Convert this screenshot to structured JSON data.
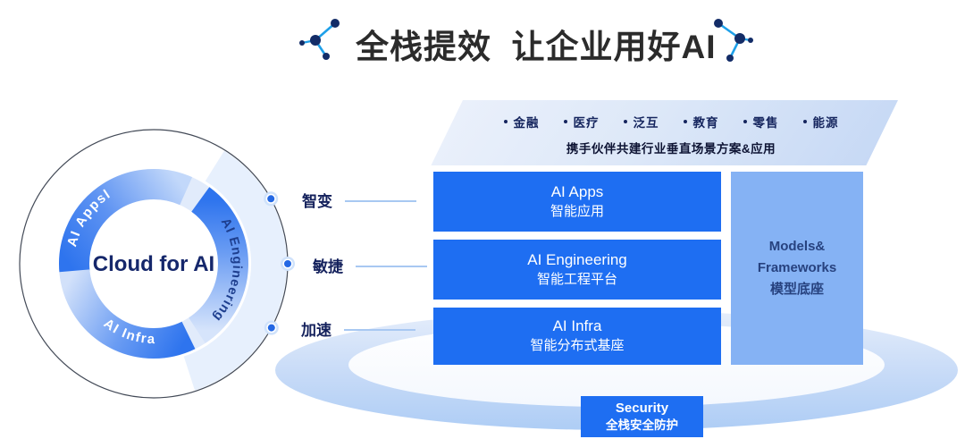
{
  "title": {
    "text": "全栈提效  让企业用好AI"
  },
  "donut": {
    "center_label": "Cloud for AI",
    "segments": [
      {
        "label": "AI Appsl"
      },
      {
        "label": "AI Engineering"
      },
      {
        "label": "AI Infra"
      }
    ]
  },
  "connectors": [
    {
      "label": "智变"
    },
    {
      "label": "敏捷"
    },
    {
      "label": "加速"
    }
  ],
  "banner": {
    "industries": [
      "金融",
      "医疗",
      "泛互",
      "教育",
      "零售",
      "能源"
    ],
    "subtitle": "携手伙伴共建行业垂直场景方案&应用"
  },
  "stack": {
    "bars": [
      {
        "en": "AI Apps",
        "zh": "智能应用"
      },
      {
        "en": "AI Engineering",
        "zh": "智能工程平台"
      },
      {
        "en": "AI Infra",
        "zh": "智能分布式基座"
      }
    ],
    "models": {
      "line1": "Models&",
      "line2": "Frameworks",
      "line3": "模型底座"
    },
    "security": {
      "en": "Security",
      "zh": "全栈安全防护"
    }
  },
  "colors": {
    "primary_blue": "#1e6ef2",
    "light_blue_box": "#85b2f4",
    "navy_text": "#15255e",
    "connector_line": "#a8c8f2",
    "platform_blue": "#bcd5f7",
    "title_text": "#2b2b2b",
    "molecule_line": "#1ea0e9",
    "molecule_dot": "#132c67"
  }
}
